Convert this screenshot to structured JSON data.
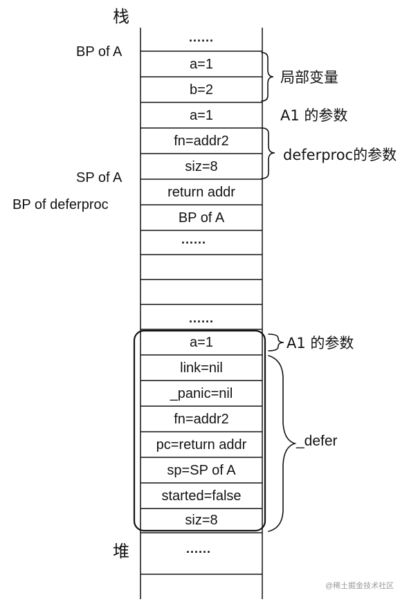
{
  "headings": {
    "stack": "栈",
    "heap": "堆"
  },
  "labels": {
    "bp_of_a": "BP of A",
    "sp_of_a": "SP of A",
    "bp_of_deferproc": "BP of deferproc"
  },
  "cells": {
    "top_dots": "......",
    "a1": "a=1",
    "b2": "b=2",
    "a1_arg": "a=1",
    "fn_addr2": "fn=addr2",
    "siz8": "siz=8",
    "return_addr": "return addr",
    "bp_of_a": "BP of A",
    "mid_dots": "......",
    "gap_dots": "......",
    "defer_a1": "a=1",
    "link_nil": "link=nil",
    "panic_nil": "_panic=nil",
    "defer_fn": "fn=addr2",
    "pc_return": "pc=return addr",
    "sp_sp_of_a": "sp=SP of A",
    "started_false": "started=false",
    "defer_siz": "siz=8",
    "heap_dots": "......"
  },
  "annotations": {
    "locals": "局部变量",
    "a1_params": "A1 的参数",
    "deferproc_params": "deferproc的参数",
    "a1_params_defer": "A1 的参数",
    "defer_struct": "_defer"
  },
  "watermark": "@稀土掘金技术社区"
}
